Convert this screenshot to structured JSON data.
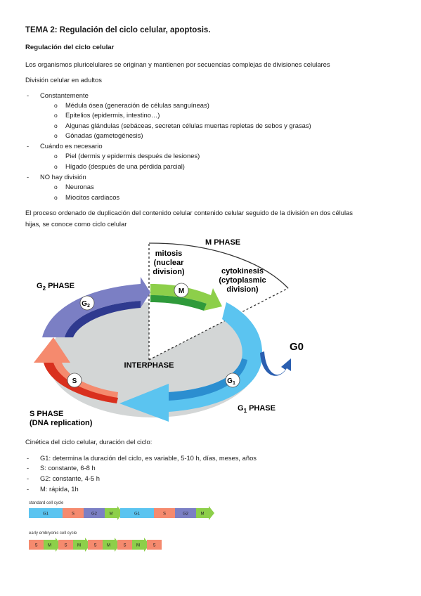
{
  "title": "TEMA 2: Regulación del ciclo celular, apoptosis.",
  "subtitle": "Regulación del ciclo celular",
  "intro": "Los organismos pluricelulares se originan y mantienen por secuencias complejas de divisiones celulares",
  "adult_heading": "División celular en adultos",
  "groups": [
    {
      "label": "Constantemente",
      "items": [
        "Médula ósea (generación de células sanguíneas)",
        "Epitelios (epidermis, intestino…)",
        "Algunas glándulas (sebáceas, secretan células muertas repletas de sebos y grasas)",
        "Gónadas (gametogénesis)"
      ]
    },
    {
      "label": "Cuándo es necesario",
      "items": [
        "Piel (dermis y epidermis después de lesiones)",
        "Hígado (después de una pérdida parcial)"
      ]
    },
    {
      "label": "NO hay división",
      "items": [
        "Neuronas",
        "Miocitos cardiacos"
      ]
    }
  ],
  "process_text_1": "El proceso ordenado de duplicación del contenido celular contenido celular seguido de la división en dos células",
  "process_text_2": "hijas, se conoce como ciclo celular",
  "diagram": {
    "m_phase": "M PHASE",
    "mitosis": [
      "mitosis",
      "(nuclear",
      "division)"
    ],
    "cytokinesis": [
      "cytokinesis",
      "(cytoplasmic",
      "division)"
    ],
    "m": "M",
    "g2_phase": "G",
    "g2_sub": "2",
    "g2_suffix": " PHASE",
    "g2_badge": "G",
    "interphase": "INTERPHASE",
    "g0": "G0",
    "s": "S",
    "g1_badge": "G",
    "g1_phase": "G",
    "g1_sub": "1",
    "g1_suffix": " PHASE",
    "s_phase": "S PHASE",
    "dna": "(DNA replication)"
  },
  "kinetics_heading": "Cinética del ciclo celular, duración del ciclo:",
  "kinetics": [
    "G1: determina la duración del ciclo, es variable, 5-10 h, días, meses, años",
    "S: constante, 6-8 h",
    "G2: constante, 4-5 h",
    "M: rápida, 1h"
  ],
  "bars": {
    "standard_label": "standard cell cycle",
    "standard": [
      "G1",
      "S",
      "G2",
      "M",
      "G1",
      "S",
      "G2",
      "M"
    ],
    "embryo_label": "early embryonic cell cycle",
    "embryo": [
      "S",
      "M",
      "S",
      "M",
      "S",
      "M",
      "S",
      "M",
      "S"
    ]
  },
  "colors": {
    "g1": "#5bc4f0",
    "s": "#f58a6e",
    "g2": "#7b7fc4",
    "m": "#8dcf4a",
    "interphase": "#d3d6d6"
  }
}
